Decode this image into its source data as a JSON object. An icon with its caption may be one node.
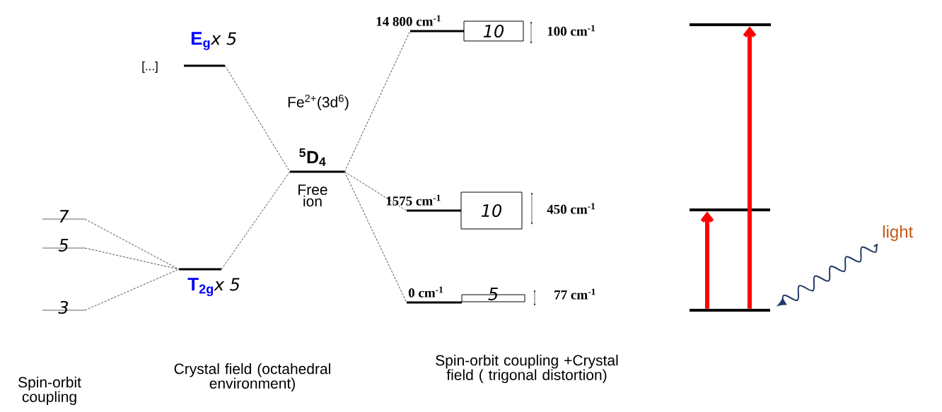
{
  "diagram": {
    "nodes": [
      {
        "text": [
          "E$_{g}$",
          "x 5"
        ]
      },
      {
        "text": [
          "$^{5}$D$_{4}$",
          "Free ion"
        ]
      },
      {
        "text": [
          "T$_{2g}$",
          "x 5"
        ]
      },
      {
        "text": [
          "7"
        ]
      },
      {
        "text": [
          "5"
        ]
      },
      {
        "text": [
          "3"
        ]
      },
      {
        "text": [
          "14 800 cm$^{-1}$"
        ]
      },
      {
        "text": [
          "10"
        ],
        "beside": [
          "100 cm$^{-1}$"
        ]
      },
      {
        "text": [
          "1575 cm$^{-1}$"
        ]
      },
      {
        "text": [
          "10"
        ],
        "beside": [
          "450 cm$^{-1}$"
        ]
      },
      {
        "text": [
          "0 cm$^{-1}$"
        ]
      },
      {
        "text": [
          "5"
        ],
        "beside": [
          "77 cm$^{-1}$"
        ]
      },
      {
        "text": [],
        "shape": "bar"
      },
      {
        "text": [],
        "shape": "bar"
      },
      {
        "text": [],
        "shape": "bar"
      },
      {
        "text": [
          "light"
        ]
      }
    ],
    "edges": [
      {
        "from": 0,
        "to": 1,
        "arrow": "none",
        "style": "dashed"
      },
      {
        "from": 2,
        "to": 1,
        "arrow": "none",
        "style": "dashed"
      },
      {
        "from": 3,
        "to": 2,
        "arrow": "none",
        "style": "dashed"
      },
      {
        "from": 4,
        "to": 2,
        "arrow": "none",
        "style": "dashed"
      },
      {
        "from": 5,
        "to": 2,
        "arrow": "none",
        "style": "dashed"
      },
      {
        "from": 1,
        "to": 6,
        "arrow": "none",
        "style": "dashed"
      },
      {
        "from": 1,
        "to": 8,
        "arrow": "none",
        "style": "dashed"
      },
      {
        "from": 1,
        "to": 10,
        "arrow": "none",
        "style": "dashed"
      },
      {
        "from": 14,
        "to": 13,
        "arrow": "to",
        "style": "thick",
        "color": "#ff0000"
      },
      {
        "from": 14,
        "to": 12,
        "arrow": "to",
        "style": "thick",
        "color": "#ff0000"
      },
      {
        "from": 15,
        "to": 14,
        "arrow": "to",
        "color": "#1f3864"
      }
    ],
    "labels": [
      "[...]",
      "Fe$^{2+}$(3d$^{6}$)",
      "Spin-orbit coupling",
      "Crystal field (octahedral environment)",
      "Spin-orbit coupling +Crystal field ( trigonal distortion)"
    ]
  }
}
